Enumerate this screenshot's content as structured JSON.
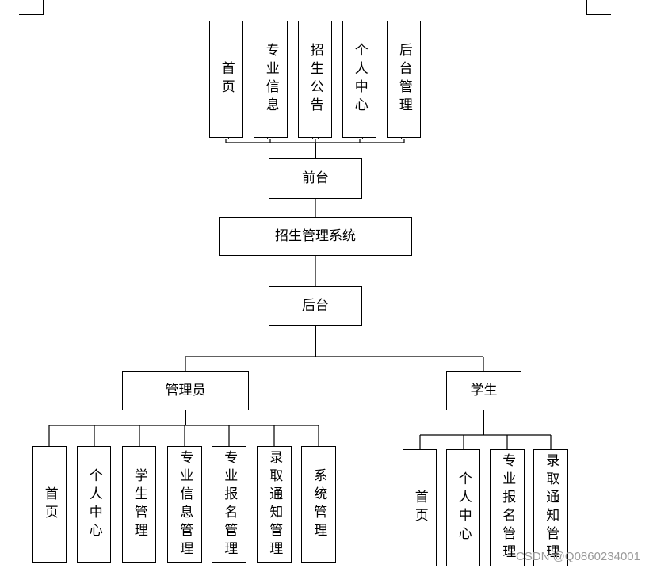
{
  "front": {
    "label": "前台",
    "children": [
      "首页",
      "专业信息",
      "招生公告",
      "个人中心",
      "后台管理"
    ]
  },
  "system": {
    "label": "招生管理系统"
  },
  "back": {
    "label": "后台"
  },
  "admin": {
    "label": "管理员",
    "children": [
      "首页",
      "个人中心",
      "学生管理",
      "专业信息管理",
      "专业报名管理",
      "录取通知管理",
      "系统管理"
    ]
  },
  "student": {
    "label": "学生",
    "children": [
      "首页",
      "个人中心",
      "专业报名管理",
      "录取通知管理"
    ]
  },
  "watermark": "CSDN @Q0860234001"
}
